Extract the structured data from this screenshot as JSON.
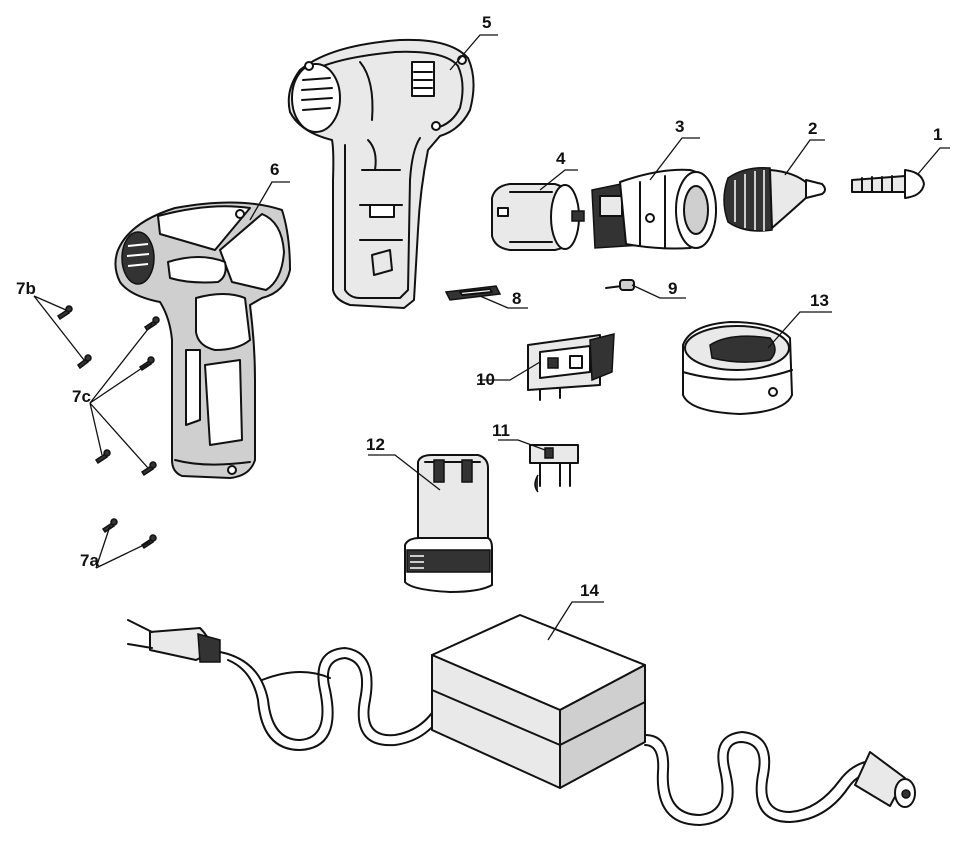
{
  "labels": {
    "p1": "1",
    "p2": "2",
    "p3": "3",
    "p4": "4",
    "p5": "5",
    "p6": "6",
    "p7a": "7a",
    "p7b": "7b",
    "p7c": "7c",
    "p8": "8",
    "p9": "9",
    "p10": "10",
    "p11": "11",
    "p12": "12",
    "p13": "13",
    "p14": "14"
  }
}
